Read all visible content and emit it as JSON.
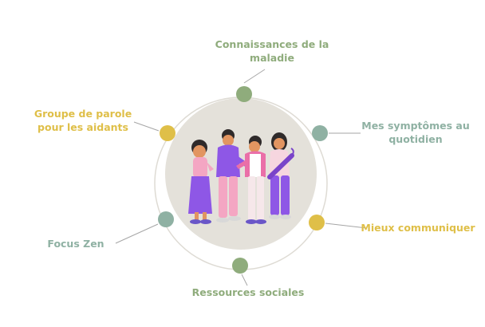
{
  "colors": {
    "green": "#8fac7c",
    "teal": "#8fb1a3",
    "gold": "#dfbf48",
    "ring": "#dedbd4",
    "disc": "#e4e1da",
    "connector": "#a6a6a6"
  },
  "nodes": [
    {
      "id": "connaissances",
      "lines": [
        "Connaissances de la",
        "maladie"
      ],
      "color": "green"
    },
    {
      "id": "symptomes",
      "lines": [
        "Mes symptômes au",
        "quotidien"
      ],
      "color": "teal"
    },
    {
      "id": "communiquer",
      "lines": [
        "Mieux communiquer"
      ],
      "color": "gold"
    },
    {
      "id": "ressources",
      "lines": [
        "Ressources sociales"
      ],
      "color": "green"
    },
    {
      "id": "focus",
      "lines": [
        "Focus Zen"
      ],
      "color": "teal"
    },
    {
      "id": "groupe",
      "lines": [
        "Groupe de parole",
        "pour les aidants"
      ],
      "color": "gold"
    }
  ],
  "center_illustration": "people-group-illustration"
}
